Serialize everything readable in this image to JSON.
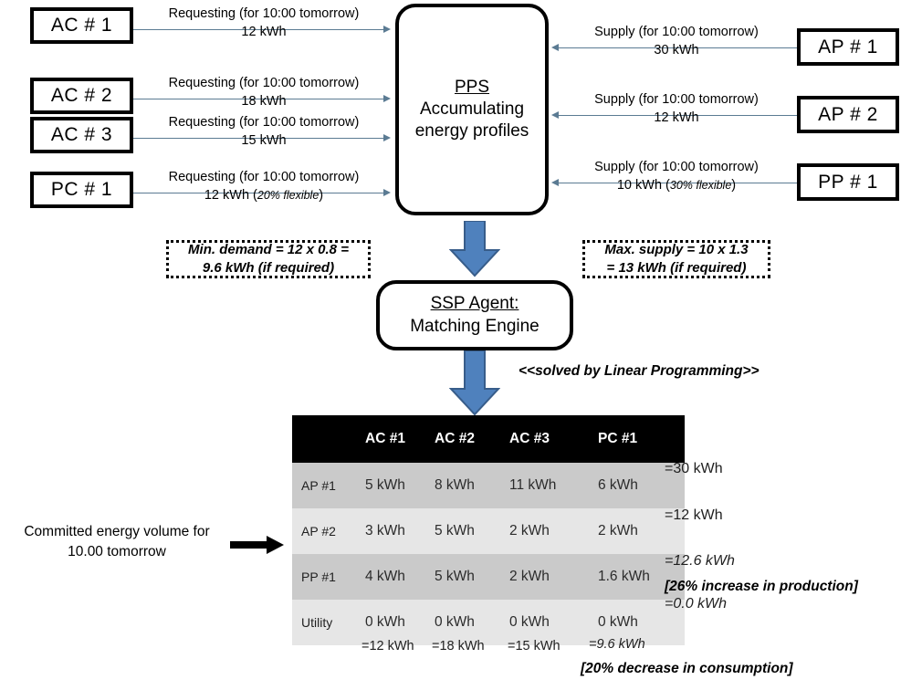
{
  "consumers": [
    {
      "id": "ac-1",
      "label": "AC # 1",
      "flow_line1": "Requesting (for 10:00 tomorrow)",
      "flow_line2": "12 kWh",
      "flow_note": ""
    },
    {
      "id": "ac-2",
      "label": "AC # 2",
      "flow_line1": "Requesting (for 10:00 tomorrow)",
      "flow_line2": "18 kWh",
      "flow_note": ""
    },
    {
      "id": "ac-3",
      "label": "AC # 3",
      "flow_line1": "Requesting (for 10:00 tomorrow)",
      "flow_line2": "15 kWh",
      "flow_note": ""
    },
    {
      "id": "pc-1",
      "label": "PC # 1",
      "flow_line1": "Requesting (for 10:00 tomorrow)",
      "flow_line2": "12 kWh (",
      "flow_note": "20% flexible"
    }
  ],
  "producers": [
    {
      "id": "ap-1",
      "label": "AP # 1",
      "flow_line1": "Supply (for 10:00 tomorrow)",
      "flow_line2": "30 kWh",
      "flow_note": ""
    },
    {
      "id": "ap-2",
      "label": "AP # 2",
      "flow_line1": "Supply (for 10:00 tomorrow)",
      "flow_line2": "12 kWh",
      "flow_note": ""
    },
    {
      "id": "pp-1",
      "label": "PP # 1",
      "flow_line1": "Supply (for 10:00 tomorrow)",
      "flow_line2": "10 kWh (",
      "flow_note": "30% flexible"
    }
  ],
  "pps_box": {
    "title": "PPS",
    "line1": "Accumulating",
    "line2": "energy profiles"
  },
  "ssp_box": {
    "title": "SSP Agent:",
    "line1": "Matching Engine"
  },
  "notes": {
    "min_demand_line1": "Min. demand = 12 x 0.8 =",
    "min_demand_line2": "9.6 kWh (if required)",
    "max_supply_line1": "Max. supply = 10 x 1.3",
    "max_supply_line2": "= 13 kWh (if required)",
    "solver": "<<solved by Linear Programming>>",
    "committed_line1": "Committed energy volume for",
    "committed_line2": "10.00 tomorrow",
    "production_increase": "[26% increase in production]",
    "consumption_decrease": "[20% decrease in consumption]"
  },
  "table": {
    "corner": "",
    "columns": [
      "AC #1",
      "AC #2",
      "AC #3",
      "PC #1"
    ],
    "rows": [
      {
        "label": "AP #1",
        "cells": [
          "5 kWh",
          "8 kWh",
          "11 kWh",
          "6 kWh"
        ],
        "total": "=30 kWh",
        "total_italic": false
      },
      {
        "label": "AP #2",
        "cells": [
          "3 kWh",
          "5 kWh",
          "2 kWh",
          "2 kWh"
        ],
        "total": "=12 kWh",
        "total_italic": false
      },
      {
        "label": "PP #1",
        "cells": [
          "4 kWh",
          "5 kWh",
          "2 kWh",
          "1.6 kWh"
        ],
        "total": "=12.6 kWh",
        "total_italic": true
      },
      {
        "label": "Utility",
        "cells": [
          "0 kWh",
          "0 kWh",
          "0 kWh",
          "0 kWh"
        ],
        "total": "=0.0 kWh",
        "total_italic": true
      }
    ],
    "column_totals": [
      "=12 kWh",
      "=18 kWh",
      "=15 kWh",
      "=9.6 kWh"
    ]
  },
  "colors": {
    "arrow_blue_fill": "#4f81bd",
    "arrow_blue_stroke": "#385d8a",
    "connector": "#5b7b93",
    "table_header_bg": "#000000",
    "table_band_dark": "#cacaca",
    "table_band_light": "#e6e6e6"
  }
}
